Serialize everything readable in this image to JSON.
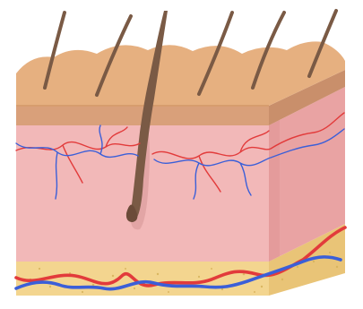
{
  "illustration": {
    "subject": "skin-cross-section",
    "layers": [
      "epidermis",
      "dermis",
      "hypodermis"
    ],
    "hair_count_visible": 6,
    "vessels": [
      "arteries",
      "veins",
      "capillaries"
    ],
    "colors": {
      "background": "#ffffff",
      "epidermis_top": "#e6b080",
      "epidermis_top_edge": "#d79d6e",
      "epidermis_band": "#d9a07a",
      "epidermis_band_side": "#c98f6b",
      "dermis_front": "#f2b8b8",
      "dermis_side": "#e9a3a3",
      "dermis_side_shadow": "#e29898",
      "hypodermis_front": "#f3d58f",
      "hypodermis_side": "#e9c477",
      "hypodermis_dots": "#d8b45d",
      "hair": "#7a5a45",
      "hair_shadow": "#6b4b39",
      "artery": "#e23b3b",
      "vein": "#3b5fd8",
      "follicle": "#e0a3a3"
    }
  }
}
